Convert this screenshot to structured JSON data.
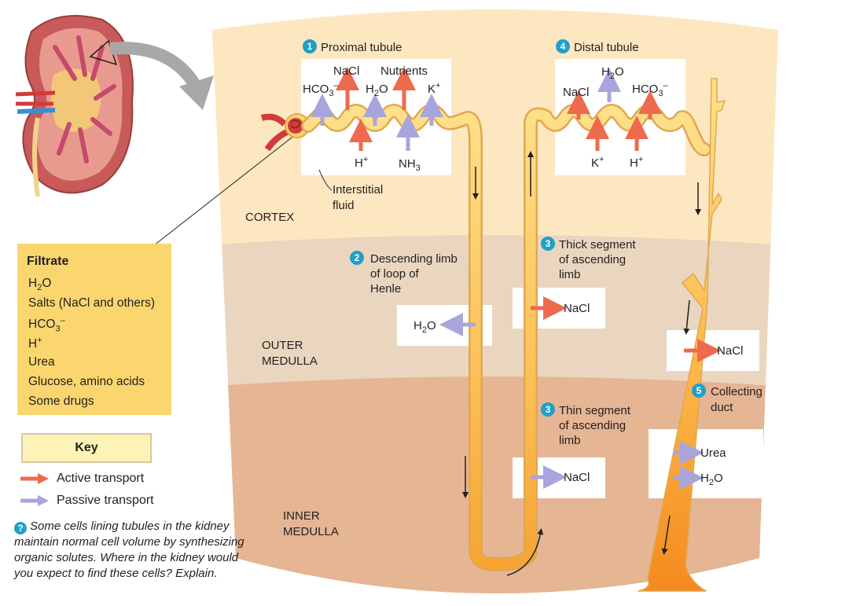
{
  "labels": {
    "proximal_num": "1",
    "proximal": "Proximal tubule",
    "distal_num": "4",
    "distal": "Distal tubule",
    "descending_num": "2",
    "descending_l1": "Descending limb",
    "descending_l2": "of loop of",
    "descending_l3": "Henle",
    "thick_num": "3",
    "thick_l1": "Thick segment",
    "thick_l2": "of ascending",
    "thick_l3": "limb",
    "thin_num": "3",
    "thin_l1": "Thin segment",
    "thin_l2": "of ascending",
    "thin_l3": "limb",
    "collecting_num": "5",
    "collecting_l1": "Collecting",
    "collecting_l2": "duct",
    "interstitial_l1": "Interstitial",
    "interstitial_l2": "fluid",
    "cortex": "CORTEX",
    "outer_l1": "OUTER",
    "outer_l2": "MEDULLA",
    "inner_l1": "INNER",
    "inner_l2": "MEDULLA"
  },
  "proximal_box": {
    "nacl": "NaCl",
    "nutrients": "Nutrients",
    "hco3": "HCO",
    "hco3_sub": "3",
    "hco3_sup": "–",
    "h2o": "H",
    "h2o_sub": "2",
    "h2o_o": "O",
    "k": "K",
    "k_sup": "+",
    "h": "H",
    "h_sup": "+",
    "nh3": "NH",
    "nh3_sub": "3"
  },
  "distal_box": {
    "h2o": "H",
    "h2o_sub": "2",
    "h2o_o": "O",
    "nacl": "NaCl",
    "hco3": "HCO",
    "hco3_sub": "3",
    "hco3_sup": "–",
    "k": "K",
    "k_sup": "+",
    "h": "H",
    "h_sup": "+"
  },
  "descending_box": {
    "h2o": "H",
    "h2o_sub": "2",
    "h2o_o": "O"
  },
  "thick_box": {
    "nacl": "NaCl"
  },
  "thin_box": {
    "nacl": "NaCl"
  },
  "collecting_outer_box": {
    "nacl": "NaCl"
  },
  "collecting_inner_box": {
    "urea": "Urea",
    "h2o": "H",
    "h2o_sub": "2",
    "h2o_o": "O"
  },
  "filtrate": {
    "title": "Filtrate",
    "items": [
      {
        "main": "H",
        "sub": "2",
        "tail": "O",
        "sup": ""
      },
      {
        "main": "Salts (NaCl and others)",
        "sub": "",
        "tail": "",
        "sup": ""
      },
      {
        "main": "HCO",
        "sub": "3",
        "tail": "",
        "sup": "–"
      },
      {
        "main": "H",
        "sub": "",
        "tail": "",
        "sup": "+"
      },
      {
        "main": "Urea",
        "sub": "",
        "tail": "",
        "sup": ""
      },
      {
        "main": "Glucose, amino acids",
        "sub": "",
        "tail": "",
        "sup": ""
      },
      {
        "main": "Some drugs",
        "sub": "",
        "tail": "",
        "sup": ""
      }
    ]
  },
  "key": {
    "title": "Key",
    "active": "Active transport",
    "passive": "Passive transport"
  },
  "question": {
    "icon": "?",
    "text": "Some cells lining tubules in the kidney maintain normal cell volume by synthesizing organic solutes. Where in the kidney would you expect to find these cells? Explain."
  },
  "colors": {
    "cortex": "#fde7c0",
    "outer_medulla": "#ead6bf",
    "inner_medulla": "#e5b594",
    "active": "#ee6a4d",
    "passive": "#a7a5dc",
    "tubule": "#fbd66f",
    "number_badge": "#1fa0c8",
    "filtrate": "#fbd66f",
    "key": "#fdf3b6"
  }
}
